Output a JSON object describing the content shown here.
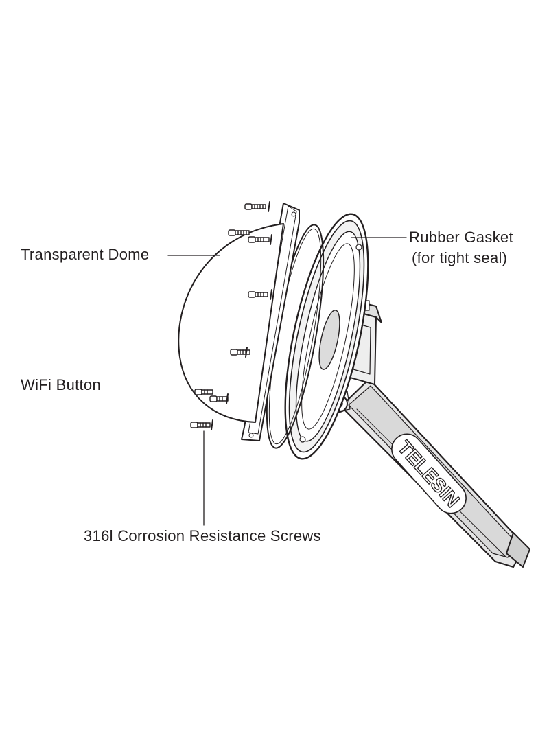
{
  "labels": {
    "transparent_dome": "Transparent Dome",
    "rubber_gasket": "Rubber Gasket",
    "rubber_gasket_note": "(for tight seal)",
    "wifi_button": "WiFi Button",
    "screws": "316l Corrosion Resistance Screws"
  },
  "brand": {
    "logo_text": "TELESIN"
  },
  "colors": {
    "line": "#231f20",
    "handle_fill": "#e6e6e6",
    "background": "#ffffff"
  }
}
